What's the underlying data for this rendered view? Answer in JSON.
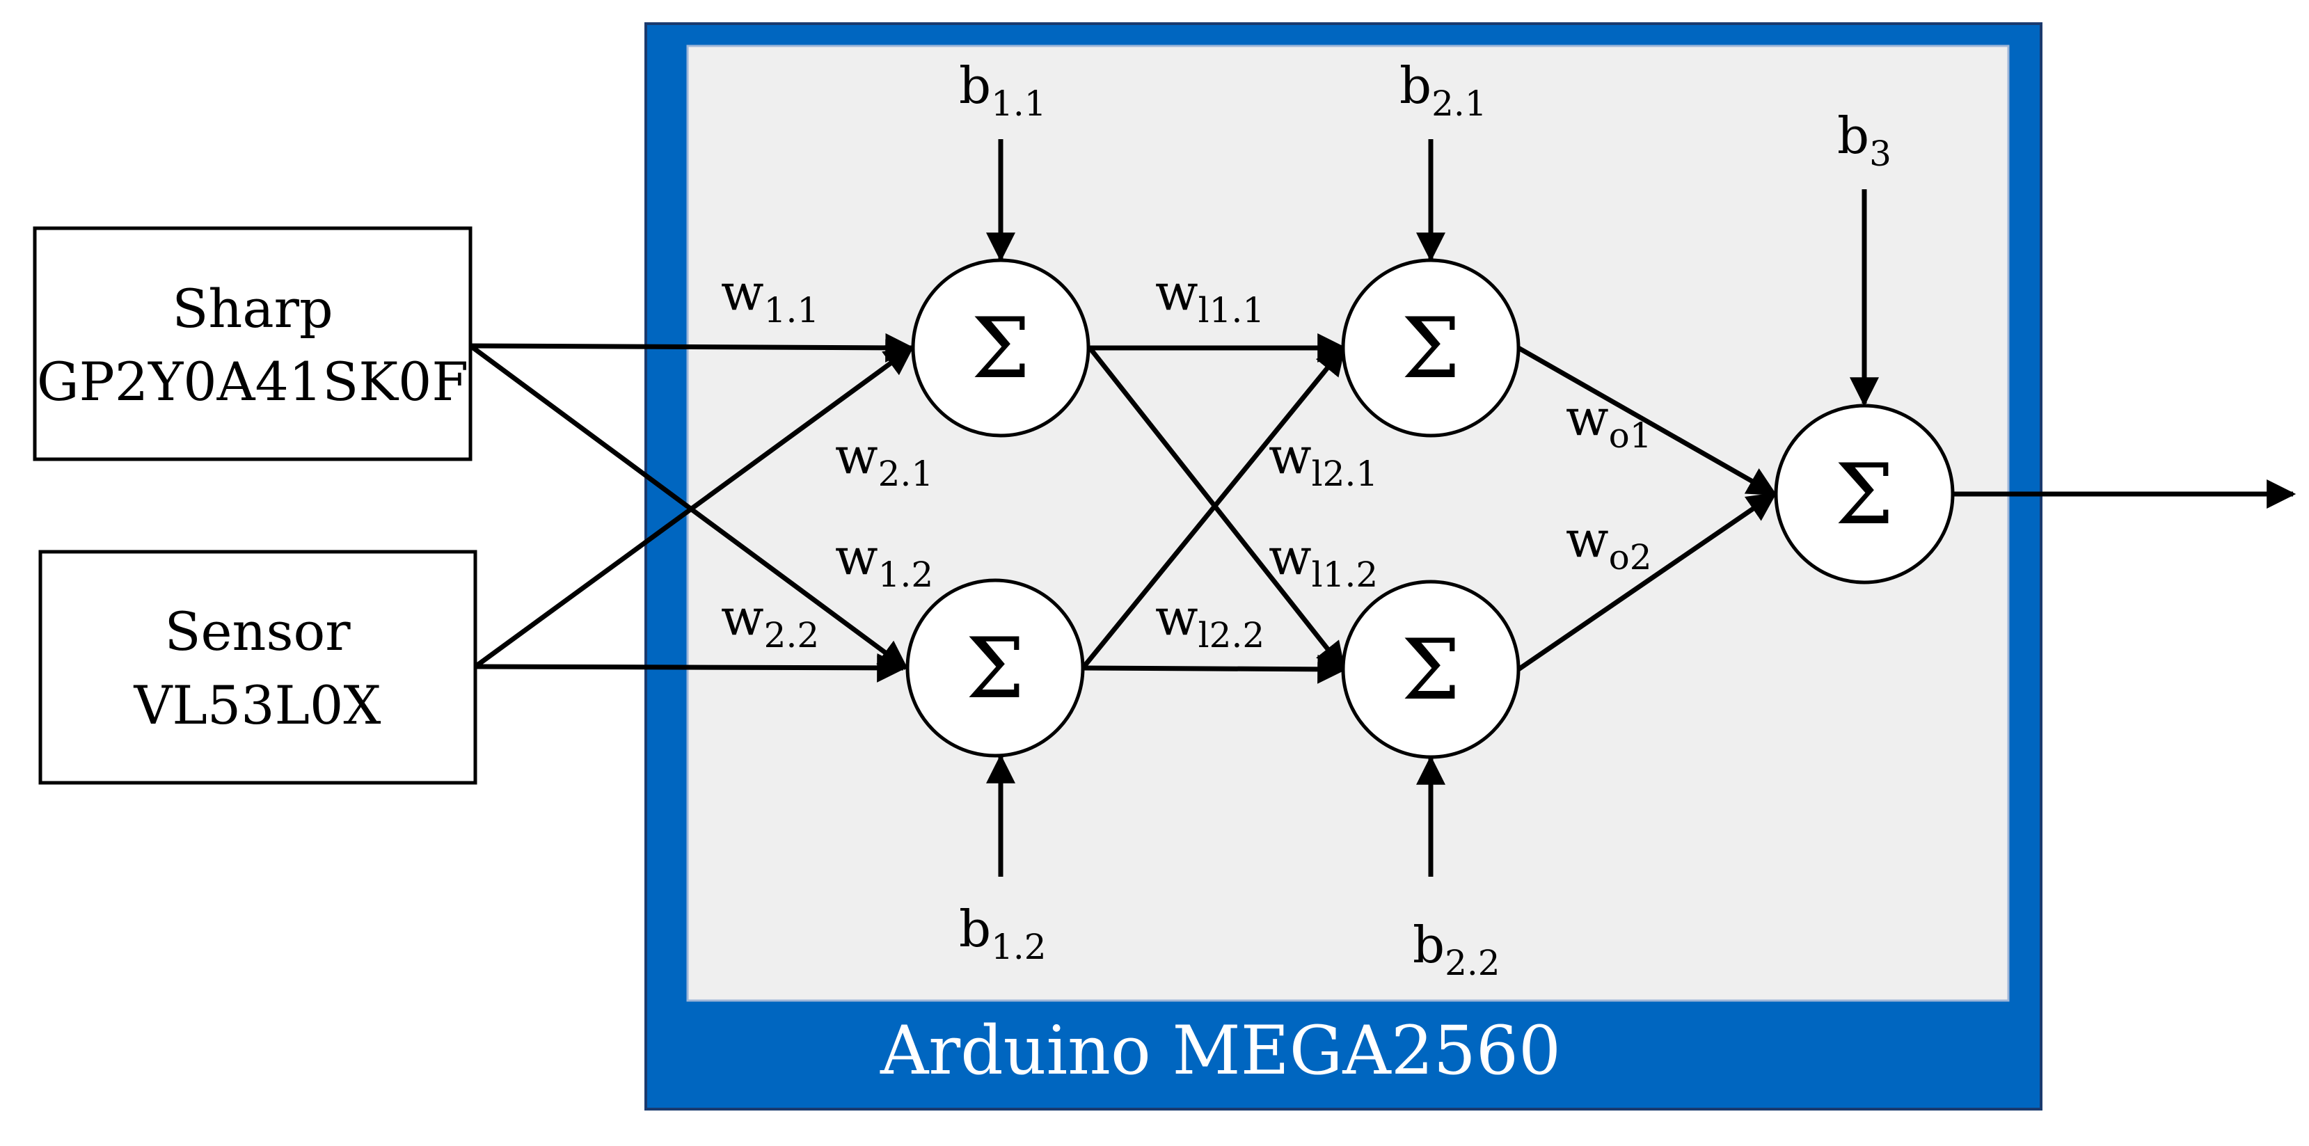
{
  "board": {
    "label": "Arduino MEGA2560",
    "outer_color": "#0066c0",
    "inner_color": "#efefef"
  },
  "inputs": [
    {
      "line1": "Sharp",
      "line2": "GP2Y0A41SK0F"
    },
    {
      "line1": "Sensor",
      "line2": "VL53L0X"
    }
  ],
  "node_symbol": "Σ",
  "weights": {
    "w11": {
      "base": "w",
      "sub": "1.1"
    },
    "w21": {
      "base": "w",
      "sub": "2.1"
    },
    "w12": {
      "base": "w",
      "sub": "1.2"
    },
    "w22": {
      "base": "w",
      "sub": "2.2"
    },
    "wl11": {
      "base": "w",
      "sub": "l1.1"
    },
    "wl21": {
      "base": "w",
      "sub": "l2.1"
    },
    "wl12": {
      "base": "w",
      "sub": "l1.2"
    },
    "wl22": {
      "base": "w",
      "sub": "l2.2"
    },
    "wo1": {
      "base": "w",
      "sub": "o1"
    },
    "wo2": {
      "base": "w",
      "sub": "o2"
    }
  },
  "biases": {
    "b11": {
      "base": "b",
      "sub": "1.1"
    },
    "b21": {
      "base": "b",
      "sub": "2.1"
    },
    "b12": {
      "base": "b",
      "sub": "1.2"
    },
    "b22": {
      "base": "b",
      "sub": "2.2"
    },
    "b3": {
      "base": "b",
      "sub": "3"
    }
  }
}
